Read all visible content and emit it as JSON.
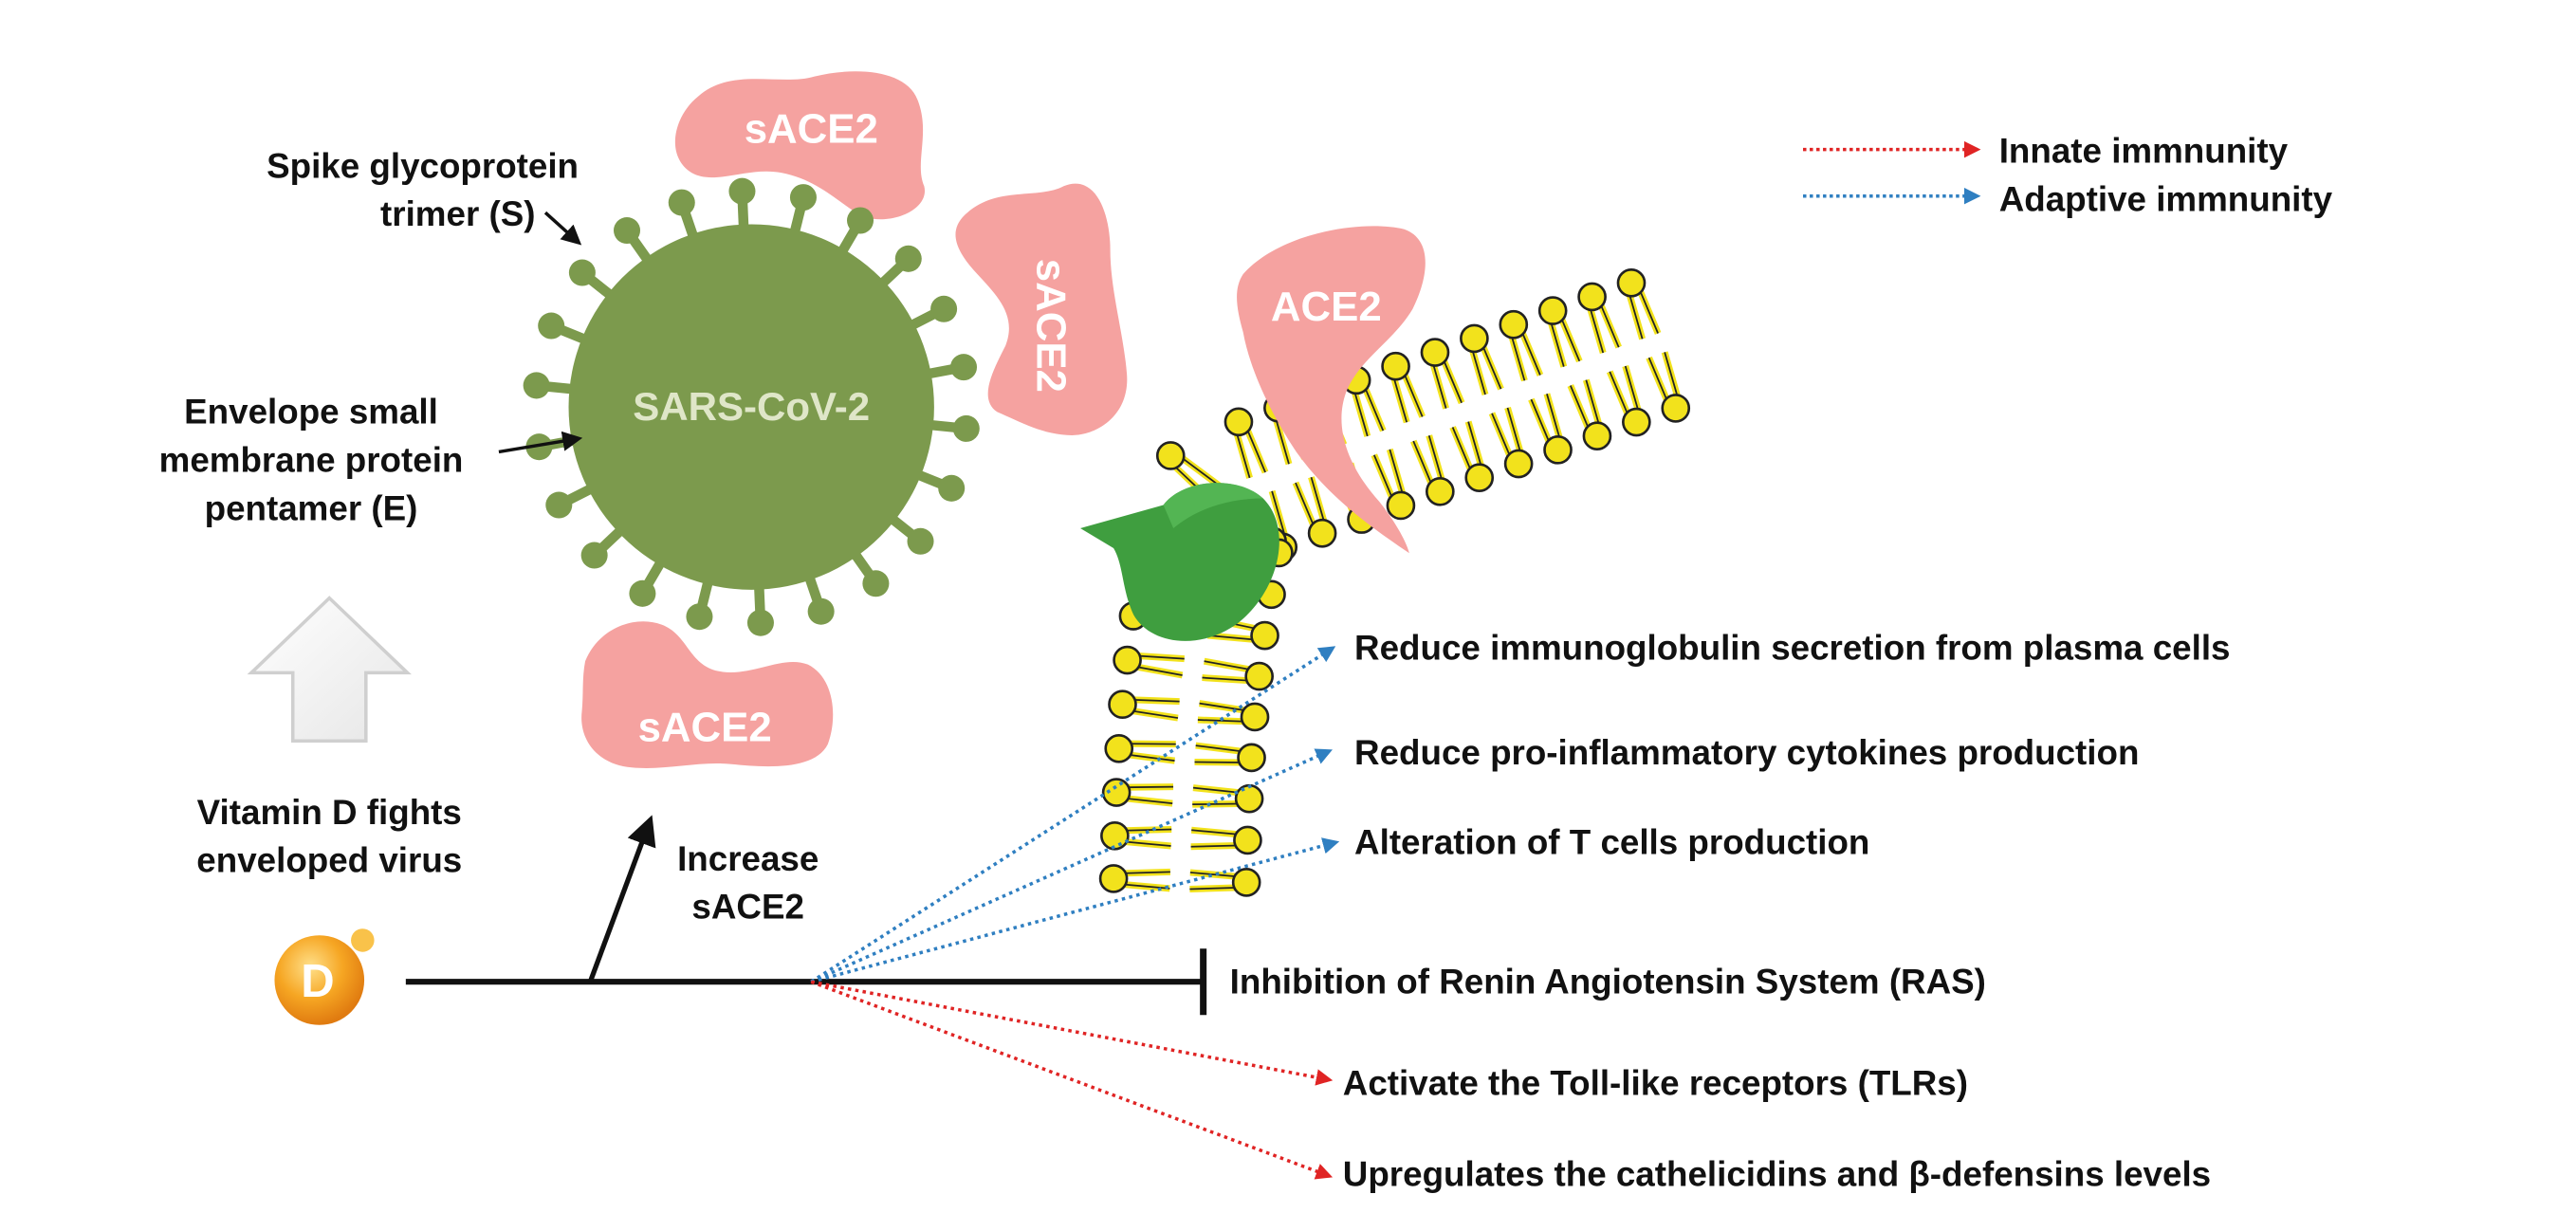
{
  "colors": {
    "sace2": "#f5a2a0",
    "virus": "#7c9a4d",
    "lipid_head": "#f2e21c",
    "innate": "#e02424",
    "adaptive": "#2f7fc1",
    "leaf": "#3f9e3f",
    "vitamin": "#f39a1d"
  },
  "legend": {
    "innate": "Innate immnunity",
    "adaptive": "Adaptive immnunity"
  },
  "virus": {
    "name": "SARS-CoV-2",
    "spike_label": [
      "Spike glycoprotein",
      "trimer (S)"
    ],
    "envelope_label": [
      "Envelope small",
      "membrane protein",
      "pentamer (E)"
    ]
  },
  "sace2": [
    "sACE2",
    "sACE2",
    "sACE2"
  ],
  "ace2": "ACE2",
  "vitamin": {
    "symbol": "D",
    "caption": [
      "Vitamin D fights",
      "enveloped virus"
    ]
  },
  "increase": [
    "Increase",
    "sACE2"
  ],
  "effects": {
    "adaptive": [
      "Reduce immunoglobulin secretion from plasma cells",
      "Reduce pro-inflammatory cytokines production",
      "Alteration of T cells production"
    ],
    "inhibition": "Inhibition of Renin Angiotensin System (RAS)",
    "innate": [
      "Activate the Toll-like receptors (TLRs)",
      "Upregulates the cathelicidins and β-defensins levels"
    ]
  },
  "icons": [
    "virus-icon",
    "ace2-receptor-icon",
    "lipid-bilayer-icon",
    "up-arrow-icon",
    "vitamin-d-icon",
    "spike-protein-icon"
  ]
}
